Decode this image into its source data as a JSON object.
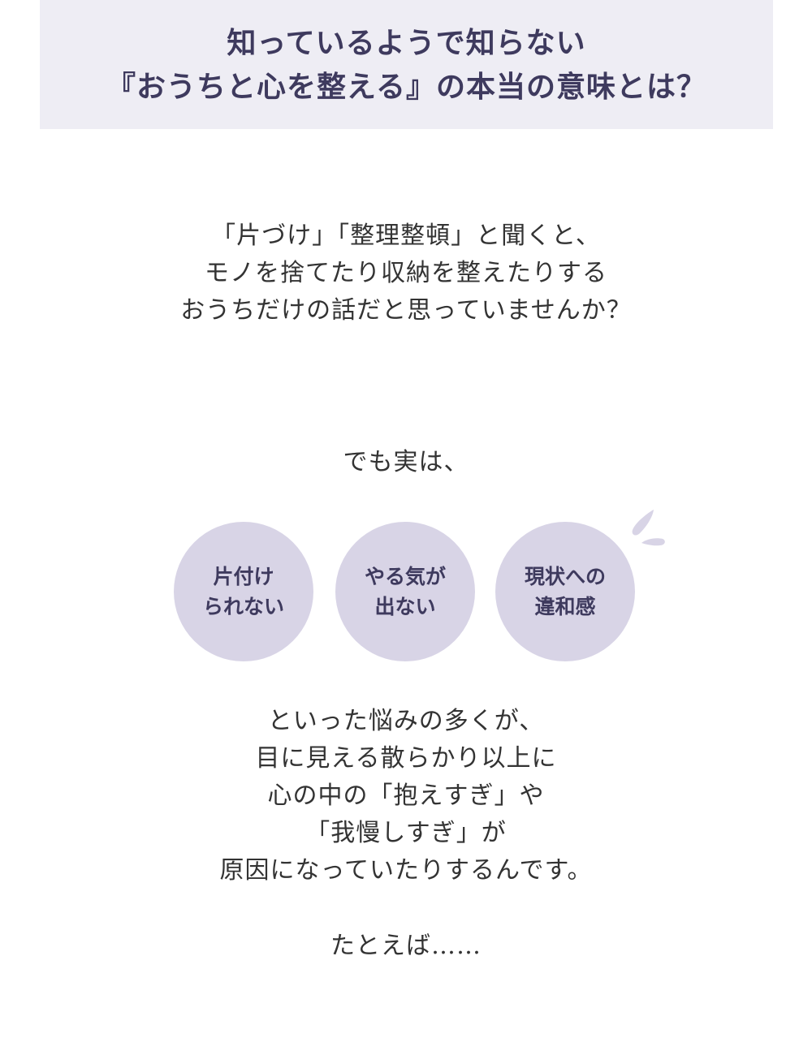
{
  "header": {
    "lines": [
      "知っているようで知らない",
      "『おうちと心を整える』の本当の意味とは？"
    ]
  },
  "intro": {
    "lines": [
      "「片づけ」「整理整頓」と聞くと、",
      "モノを捨てたり収納を整えたりする",
      "おうちだけの話だと思っていませんか？"
    ]
  },
  "lead": {
    "text": "でも実は、"
  },
  "worries": [
    {
      "lines": [
        "片付け",
        "られない"
      ]
    },
    {
      "lines": [
        "やる気が",
        "出ない"
      ]
    },
    {
      "lines": [
        "現状への",
        "違和感"
      ]
    }
  ],
  "body": {
    "lines": [
      "といった悩みの多くが、",
      "目に見える散らかり以上に",
      "心の中の「抱えすぎ」や",
      "「我慢しすぎ」が",
      "原因になっていたりするんです。"
    ]
  },
  "closing": {
    "text": "たとえば……"
  },
  "colors": {
    "header_background": "#eeedf4",
    "heading_text": "#3e3a5e",
    "circle_fill": "#d8d4e6",
    "body_text": "#333333"
  },
  "icons": {
    "sweat": "sweat-drops-icon"
  }
}
